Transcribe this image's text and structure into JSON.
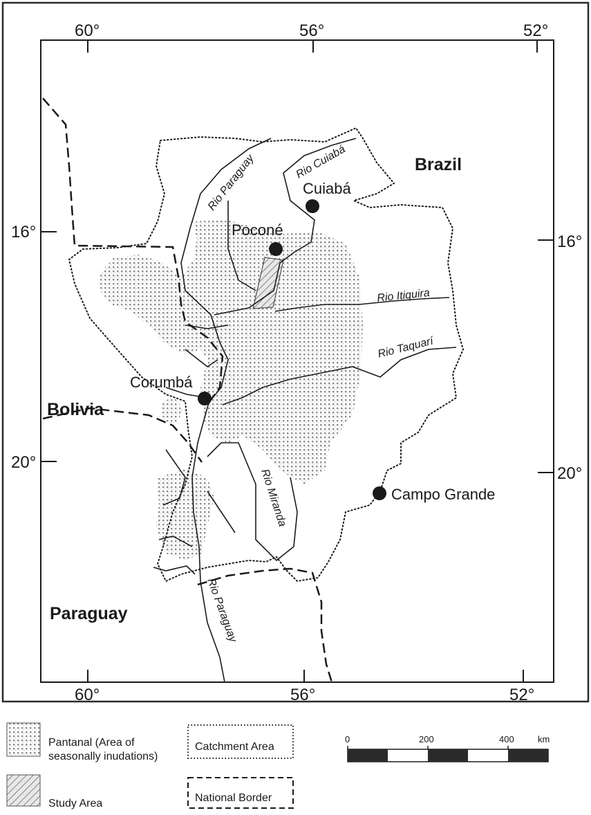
{
  "map": {
    "axes": {
      "top_lon": [
        "60°",
        "56°",
        "52°"
      ],
      "bottom_lon": [
        "60°",
        "56°",
        "52°"
      ],
      "left_lat": [
        "16°",
        "20°"
      ],
      "right_lat": [
        "16°",
        "20°"
      ]
    },
    "countries": [
      "Brazil",
      "Bolivia",
      "Paraguay"
    ],
    "cities": [
      "Cuiabá",
      "Poconé",
      "Corumbá",
      "Campo Grande"
    ],
    "rivers": {
      "paraguay_north": "Rio Paraguay",
      "cuiaba": "Rio Cuiabá",
      "itiquira": "Rio Itiquira",
      "taquari": "Rio Taquarí",
      "miranda": "Rio Miranda",
      "paraguay_south": "Rio Paraguay"
    }
  },
  "legend": {
    "pantanal": "Pantanal (Area of seasonally inudations)",
    "pantanal_line1": "Pantanal (Area of",
    "pantanal_line2": "seasonally inudations)",
    "study_area": "Study Area",
    "catchment": "Catchment Area",
    "border": "National Border"
  },
  "scale": {
    "labels": [
      "0",
      "200",
      "400"
    ],
    "unit": "km"
  }
}
